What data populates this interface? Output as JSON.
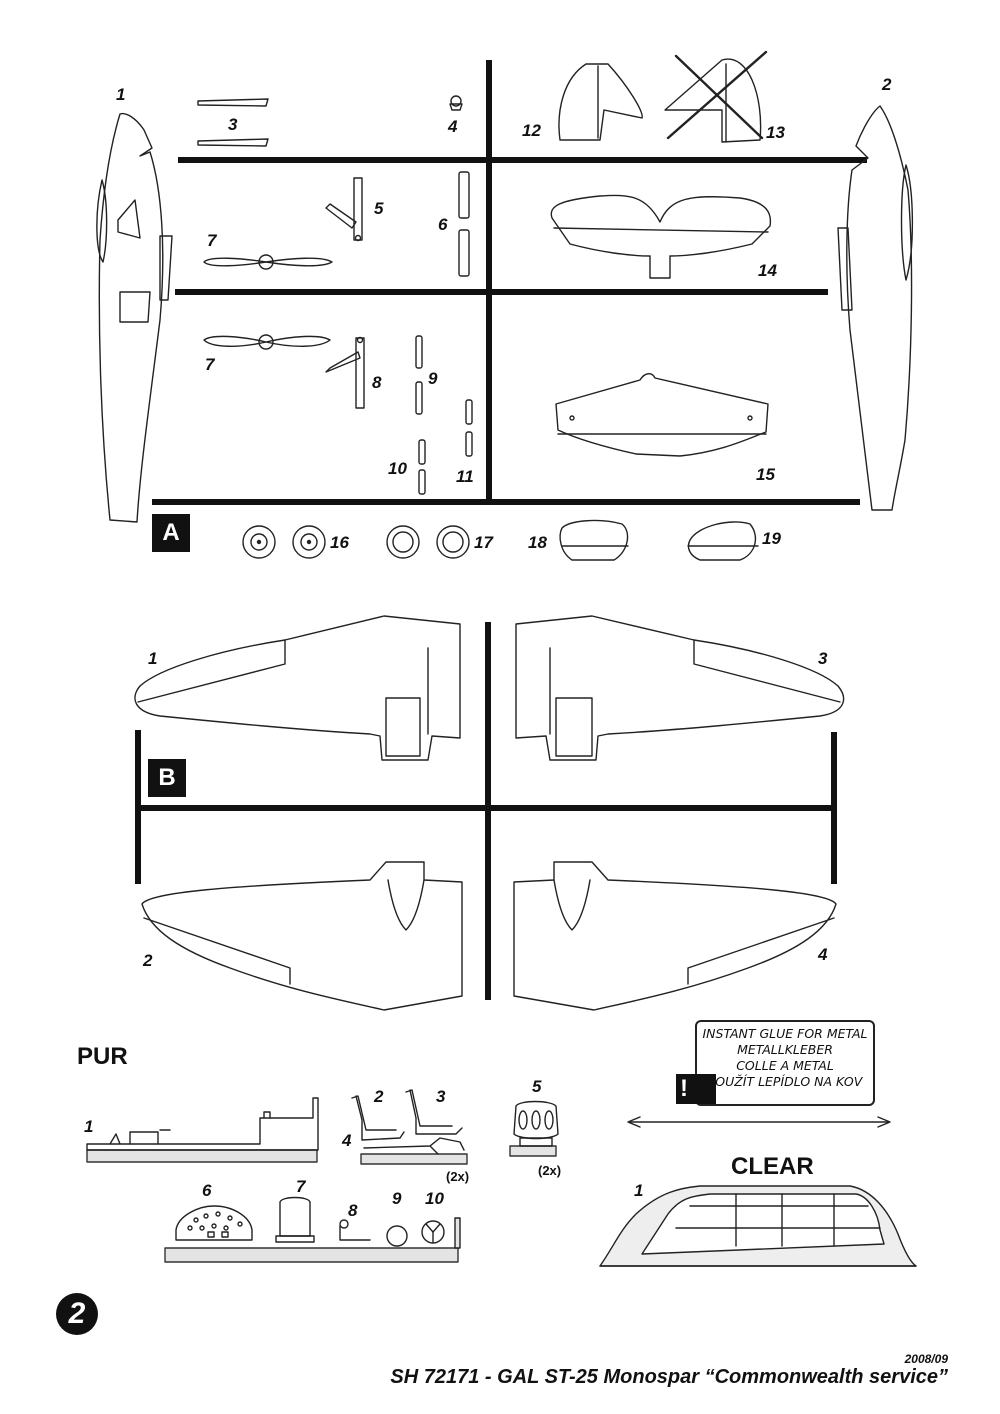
{
  "sheet": {
    "page_number": "2",
    "date": "2008/09",
    "title": "SH 72171 - GAL ST-25 Monospar “Commonwealth service”"
  },
  "sprue_a": {
    "tag": "A",
    "parts": [
      "1",
      "2",
      "3",
      "4",
      "5",
      "6",
      "7",
      "7",
      "8",
      "9",
      "10",
      "11",
      "12",
      "13",
      "14",
      "15",
      "16",
      "17",
      "18",
      "19"
    ]
  },
  "sprue_b": {
    "tag": "B",
    "parts": [
      "1",
      "2",
      "3",
      "4"
    ]
  },
  "pur": {
    "heading": "PUR",
    "parts": [
      "1",
      "2",
      "3",
      "4",
      "5",
      "6",
      "7",
      "8",
      "9",
      "10"
    ],
    "qty_4": "(2x)",
    "qty_5": "(2x)"
  },
  "clear": {
    "heading": "CLEAR",
    "parts": [
      "1"
    ]
  },
  "warning": {
    "icon": "exclamation-icon",
    "lines": [
      "INSTANT GLUE FOR METAL",
      "METALLKLEBER",
      "COLLE A METAL",
      "POUŽÍT LEPÍDLO NA KOV"
    ],
    "mark": "!"
  }
}
